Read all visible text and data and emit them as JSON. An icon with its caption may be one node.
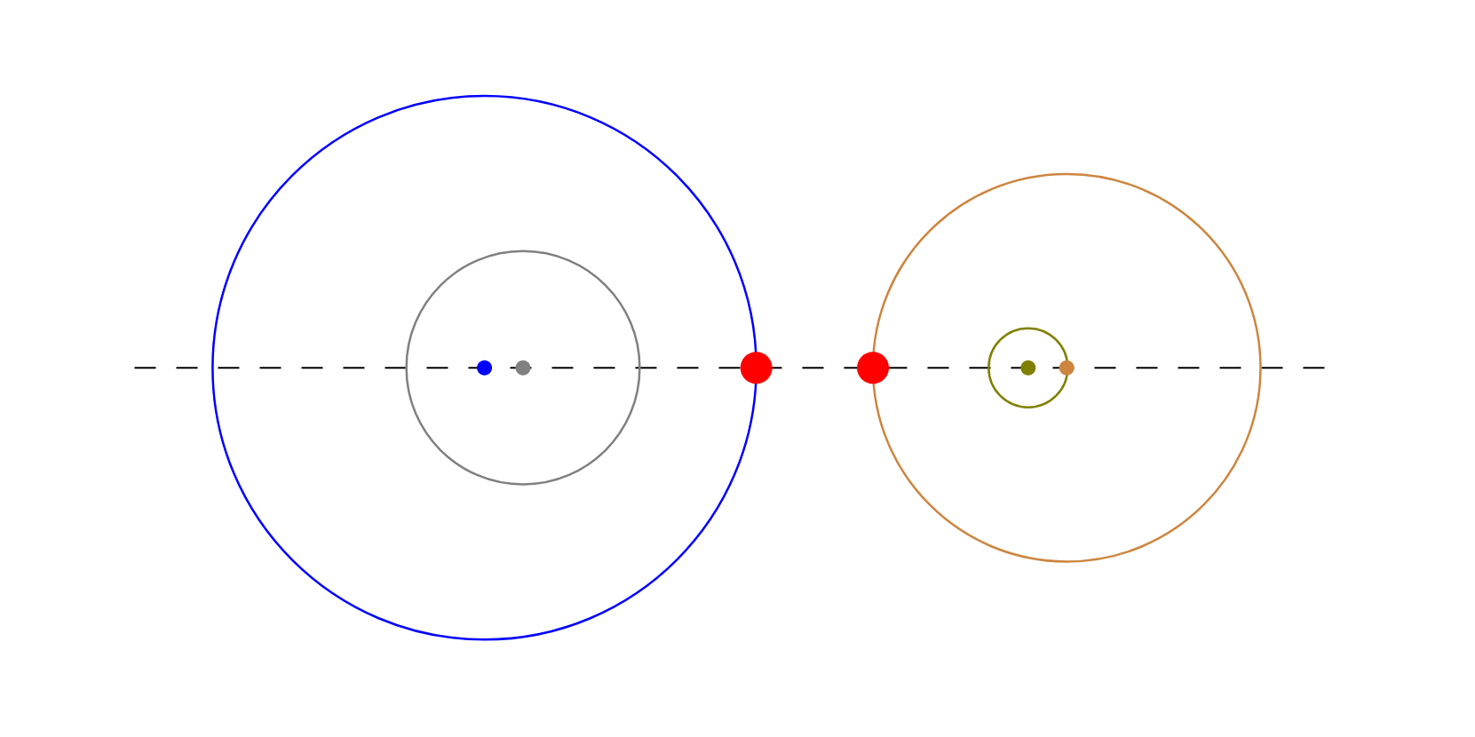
{
  "diagram": {
    "nodes": [
      {
        "text": [],
        "shape": "circle"
      },
      {
        "text": [],
        "shape": "circle",
        "in": 0
      },
      {
        "text": [],
        "shape": "circle",
        "in": 1
      },
      {
        "text": [],
        "shape": "circle",
        "in": 1
      },
      {
        "text": [],
        "shape": "circle"
      },
      {
        "text": [],
        "shape": "circle"
      },
      {
        "text": [],
        "shape": "circle"
      },
      {
        "text": [],
        "shape": "circle",
        "in": 6
      },
      {
        "text": [],
        "shape": "circle",
        "in": 7
      },
      {
        "text": [],
        "shape": "circle",
        "in": 6
      }
    ]
  }
}
